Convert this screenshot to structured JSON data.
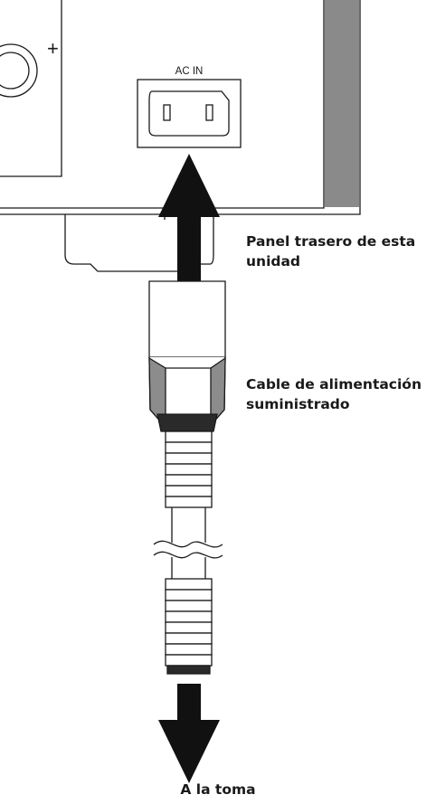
{
  "device_panel": {
    "port_label": "AC IN",
    "terminal_symbol": "+"
  },
  "labels": {
    "panel_line1": "Panel trasero de esta",
    "panel_line2": "unidad",
    "cable_line1": "Cable de alimentación",
    "cable_line2": "suministrado",
    "outlet": "A la toma"
  },
  "icons": {
    "arrow_up": "arrow-up-icon",
    "arrow_down": "arrow-down-icon",
    "cable_break": "wavy-break-icon"
  },
  "colors": {
    "line": "#1a1a1a",
    "arrow": "#111111",
    "side_strip": "#8a8a8a",
    "cable_shade": "#8c8c8c",
    "cable_tip": "#2a2a2a"
  }
}
